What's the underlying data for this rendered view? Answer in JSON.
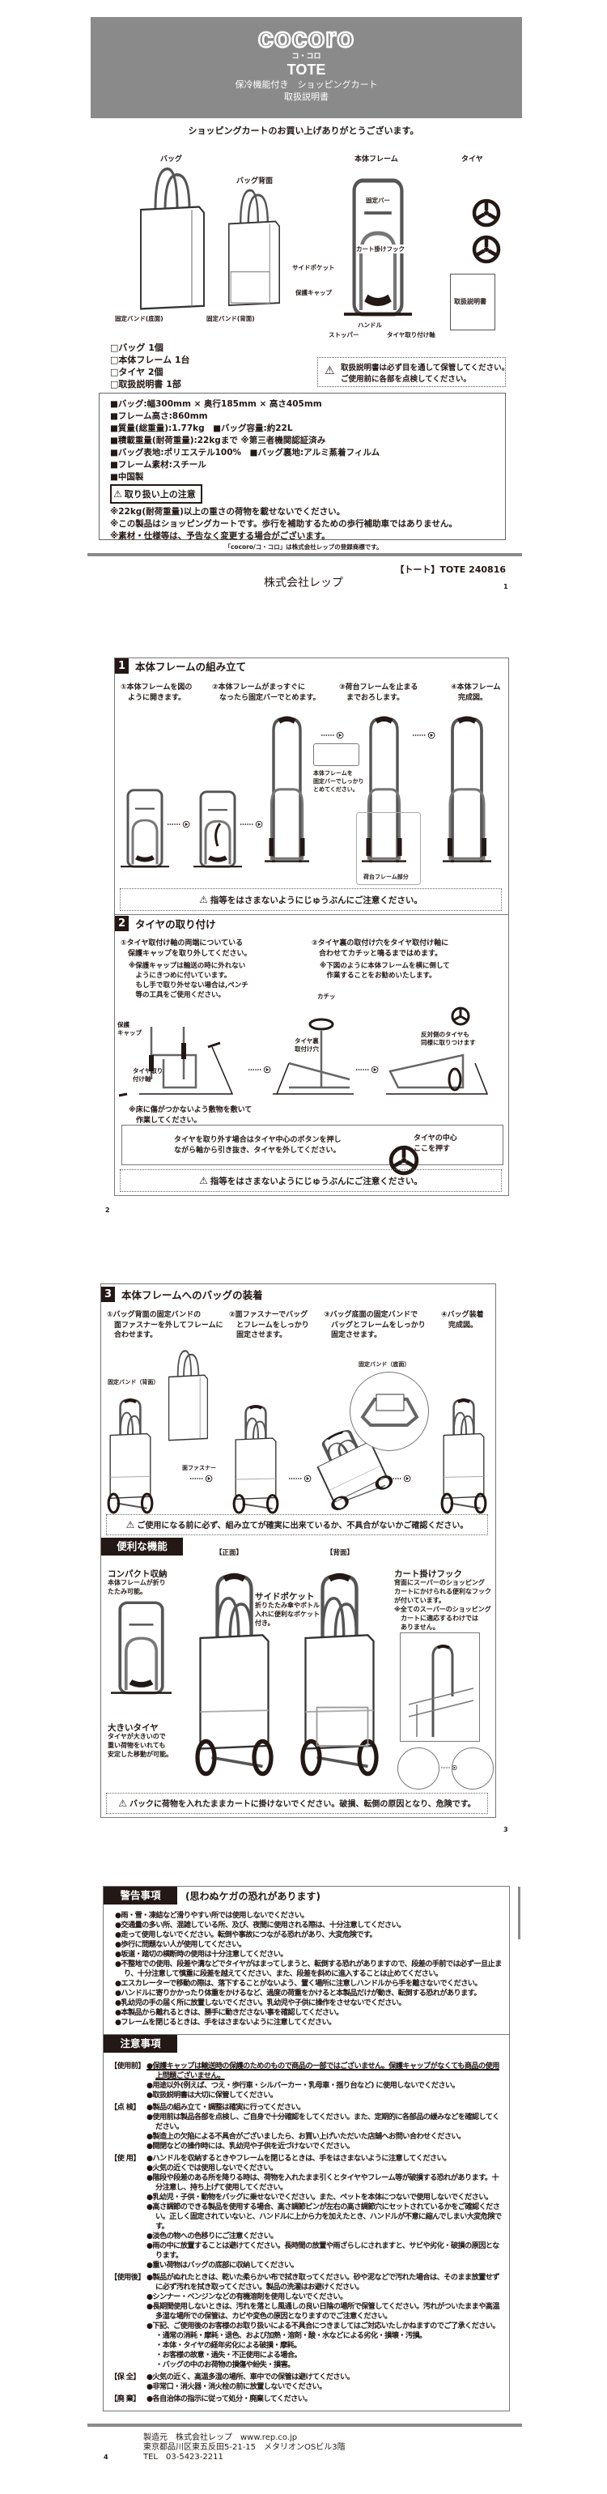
{
  "page1": {
    "logo": "cocoro",
    "logo_kana": "コ・コロ",
    "product": "TOTE",
    "subtitle": "保冷機能付き　ショッピングカート",
    "doc_title": "取扱説明書",
    "thanks": "ショッピングカートのお買い上げありがとうございます。",
    "parts": {
      "bag": "バッグ",
      "bag_back": "バッグ背面",
      "frame": "本体フレーム",
      "tire": "タイヤ",
      "manual": "取扱説明書"
    },
    "callouts": {
      "band_bottom": "固定バンド(底面)",
      "band_back": "固定バンド(背面)",
      "side_pocket": "サイドポケット",
      "cap": "保護キャップ",
      "fix_bar": "固定バー",
      "hook": "カート掛けフック",
      "handle": "ハンドル",
      "stopper": "ストッパー",
      "axle": "タイヤ取り付け軸"
    },
    "checklist": [
      "□バッグ 1個",
      "□本体フレーム 1台",
      "□タイヤ 2個",
      "□取扱説明書 1部"
    ],
    "notice": [
      "取扱説明書は必ず目を通して保管してください。",
      "ご使用前に各部を点検してください。"
    ],
    "specs": [
      "■バッグ:幅300mm × 奥行185mm × 高さ405mm",
      "■フレーム高さ:860mm",
      "■質量(総重量):1.77kg　■バッグ容量:約22L",
      "■積載重量(耐荷重量):22kgまで ※第三者機関認証済み",
      "■バッグ表地:ポリエステル100%　■バッグ裏地:アルミ蒸着フィルム",
      "■フレーム素材:スチール",
      "■中国製"
    ],
    "caution_label": "取り扱い上の注意",
    "cautions": [
      "※22kg(耐荷重量)以上の重さの荷物を載せないでください。",
      "※この製品はショッピングカートです。歩行を補助するための歩行補助車ではありません。",
      "※素材・仕様等は、予告なく変更する場合がございます。"
    ],
    "trademark": "「cocoro/コ・コロ」は株式会社レップの登録商標です。",
    "code": "【トート】TOTE 240816",
    "company": "株式会社レップ",
    "page": "1"
  },
  "page2": {
    "s1": {
      "num": "1",
      "title": "本体フレームの組み立て",
      "steps": [
        "①本体フレームを図の\n　ように開きます。",
        "②本体フレームがまっすぐに\n　なったら固定バーでとめます。",
        "③荷台フレームを止まる\n　までおろします。",
        "④本体フレーム\n　完成図。"
      ],
      "inset_note": "本体フレームを\n固定バーでしっかり\nとめてください。",
      "carrier_label": "荷台フレーム部分",
      "caution": "指等をはさまないようにじゅうぶんにご注意ください。"
    },
    "s2": {
      "num": "2",
      "title": "タイヤの取り付け",
      "step1": "①タイヤ取付け軸の両端についている\n　保護キャップを取り外してください。",
      "step1_note": "※保護キャップは輸送の時に外れない\n　ようにきつめに付いています。\n　もし手で取り外せない場合は,ペンチ\n　等の工具をご使用ください。",
      "step2": "②タイヤ裏の取付け穴をタイヤ取付け軸に\n　合わせてカチッと鳴るまではめます。",
      "step2_note": "※下図のように本体フレームを横に倒して\n　作業することをお勧めいたします。",
      "labels": {
        "cap": "保護\nキャップ",
        "axle": "タイヤ取り\n付け軸",
        "click": "カチッ",
        "hole": "タイヤ裏\n取付け穴",
        "other_side": "反対側のタイヤも\n同様に取りつけます"
      },
      "floor_note": "※床に傷がつかないよう敷物を敷いて\n　作業してください。",
      "removal": "タイヤを取り外す場合はタイヤ中心のボタンを押し\nながら軸から引き抜き、タイヤを外してください。",
      "removal_label": "タイヤの中心\nここを押す",
      "caution": "指等をはさまないようにじゅうぶんにご注意ください。"
    },
    "page": "2"
  },
  "page3": {
    "s3": {
      "num": "3",
      "title": "本体フレームへのバッグの装着",
      "steps": [
        "①バッグ背面の固定バンドの\n　面ファスナーを外してフレームに\n　合わせます。",
        "②面ファスナーでバッグ\n　とフレームをしっかり\n　固定させます。",
        "③バッグ底面の固定バンドで\n　バッグとフレームをしっかり\n　固定させます。",
        "④バッグ装着\n　完成図。"
      ],
      "labels": {
        "band_back": "固定バンド（背面）",
        "fastener": "面ファスナー",
        "band_bottom": "固定バンド（底面）"
      },
      "caution": "ご使用になる前に必ず、組み立てが確実に出来ているか、不具合がないかご確認ください。"
    },
    "features": {
      "title": "便利な機能",
      "front": "【正面】",
      "back": "【背面】",
      "compact_title": "コンパクト収納",
      "compact_desc": "本体フレームが折り\nたたみ可能。",
      "pocket_title": "サイドポケット",
      "pocket_desc": "折りたたみ傘やボトル\n入れに便利なポケット\n付き。",
      "hook_title": "カート掛けフック",
      "hook_desc": "背面にスーパーのショッピング\nカートにかけられる便利なフック\nが付いています。\n※全てのスーパーのショッピング\n　カートに適応するわけでは\n　ありません。",
      "tire_title": "大きいタイヤ",
      "tire_desc": "タイヤが大きいので\n重い荷物をいれても\n安定した移動が可能。",
      "caution": "バックに荷物を入れたままカートに掛けないでください。破損、転倒の原因となり、危険です。"
    },
    "page": "3"
  },
  "page4": {
    "warnings": {
      "title": "警告事項",
      "subtitle": "(思わぬケガの恐れがあります)",
      "items": [
        "●雨・雪・凍結など滑りやすい所では使用しないでください。",
        "●交通量の多い所、混雑している所、及び、夜間に使用される際は、十分注意してください。",
        "●走って使用しないでください。転倒や事故につながる恐れがあり、大変危険です。",
        "●歩行に問題ない人が使用してください。",
        "●坂道・踏切の横断時の使用は十分注意してください。",
        "●不整地での使用、段差や溝などでタイヤがはまってしまうと、転倒する恐れがありますので、段差の手前では必ず一旦止まり、十分注意して慎重に段差を越えてください、また、段差を斜めに進入することは止めてください。",
        "●エスカレーターで移動の際は、落下することがないよう、置く場所に注意しハンドルから手を離さないでください。",
        "●ハンドルに寄りかかったり体重をかけるなど、過度の荷重をかけると本製品だけが動き、転倒する恐れがあります。",
        "●乳幼児の手の届く所に放置しないでください。乳幼児や子供に操作をさせないでください。",
        "●本製品から離れるときは、勝手に動きださない事を確認してください。",
        "●フレームを閉じるときは、手をはさまないように注意してください。"
      ]
    },
    "cautions": {
      "title": "注意事項",
      "groups": [
        {
          "label": "【使用前】",
          "items": [
            "●保護キャップは輸送時の保護のためのもので商品の一部ではございません。保護キャップがなくても商品の使用上問題ございません。",
            "●用途以外(例えば、つえ・歩行車・シルバーカー・乳母車・揺り台など) に使用しないでください。",
            "●取扱説明書は大切に保管してください。"
          ]
        },
        {
          "label": "【点 検】",
          "items": [
            "●製品の組み立て・調整は確実に行ってください。",
            "●使用前は製品各部を点検し、ご自身で十分確認をしてください。また、定期的に各部品の緩みなどを確認してください。",
            "●製造上の欠陥による不具合がございましたら、お買い上げいただいた店舗へお問い合わせください。",
            "●開閉などの操作時には、乳幼児や子供を近づけないでください。"
          ]
        },
        {
          "label": "【使 用】",
          "items": [
            "●ハンドルを収納するときやフレームを閉じるときは、手をはさまないように注意してください。",
            "●火気の近くでは使用しないでください。",
            "●階段や段差のある所を降りる時は、荷物を入れたまま引くとタイヤやフレーム等が破損する恐れがあります。十分注意し、持ち上げて使用してください。",
            "●乳幼児・子供・動物をバッグに乗せないでください。また、ペットを本体につないで使用しないでください。",
            "●高さ調節のできる製品を使用する場合、高さ調節ピンが左右の高さ調節穴にセットされているかをご確認ください。正しく固定されていないと、ハンドルに上から力を加えたとき、ハンドルが不意に縮んでしまい大変危険です。",
            "●淡色の物への色移りにご注意ください。",
            "●雨の中に放置することは避けてください。長時間の放置や雨ざらしにされますと、サビや劣化・破損の原因となります。",
            "●重い荷物はバッグの底部に収納してください。"
          ]
        },
        {
          "label": "【使用後】",
          "items": [
            "●製品がぬれたときは、乾いた柔らかい布で拭き取ってください。砂や泥などで汚れた場合は、そのまま放置せずに必ず汚れを拭き取ってください。製品の洗濯はお避けください。",
            "●シンナー・ベンジンなどの有機溶剤を使用しないでください。",
            "●長期間使用しないときは、汚れを落とし風通しの良い日陰の場所で保管してください。汚れがついたままや高温多湿な場所での保管は、カビや変色の原因となりますのでご注意ください。",
            "●下記、ご使用後のお客様のお取り扱いによる不具合につきましてはご対応いたしかねますのでご了承ください。"
          ],
          "subitems": [
            "・通常の消耗・摩耗・退色、および加熱・溶剤・酸・水などによる劣化・損壊・汚損。",
            "・本体・タイヤの経年劣化による破損・摩耗。",
            "・お客様の故意・過失・不正使用による場合。",
            "・バッグの中のお荷物の損傷や紛失・損害。"
          ]
        },
        {
          "label": "【保 全】",
          "items": [
            "●火気の近く、高温多湿の場所、車中での保管は避けてください。",
            "●非常口・消火器・消火栓の前に放置しないでください。"
          ]
        },
        {
          "label": "【廃 棄】",
          "items": [
            "●各自治体の指示に従って処分・廃棄してください。"
          ]
        }
      ]
    },
    "footer": {
      "maker": "製造元　株式会社レップ　www.rep.co.jp",
      "address": "東京都品川区東五反田5-21-15　メタリオンOSビル3階",
      "tel": "TEL　03-5423-2211"
    },
    "page": "4"
  },
  "colors": {
    "header_gray": "#8a8a8a",
    "ink": "#231815"
  }
}
